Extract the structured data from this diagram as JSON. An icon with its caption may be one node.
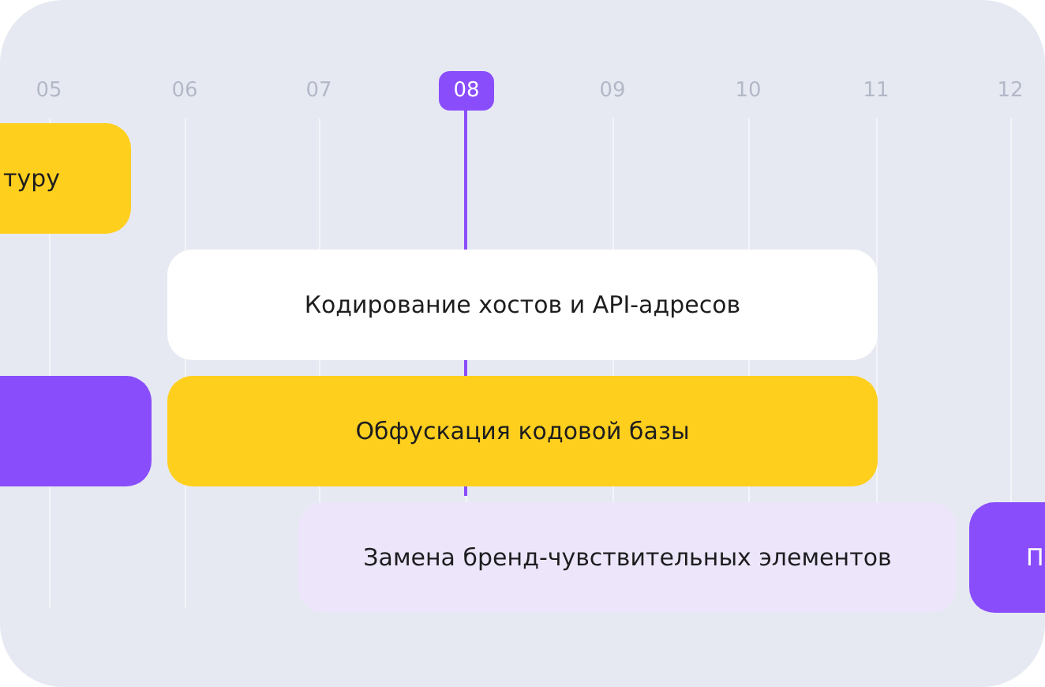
{
  "diagram": {
    "nodes": [
      {
        "text": [
          "туру"
        ]
      },
      {
        "text": [
          "Кодирование хостов и API-адресов"
        ]
      },
      {
        "text": [],
        "shape": "bar"
      },
      {
        "text": [
          "Обфускация кодовой базы"
        ]
      },
      {
        "text": [
          "Замена бренд-чувствительных элементов"
        ]
      },
      {
        "text": [
          "П"
        ]
      }
    ],
    "labels": [
      "05",
      "06",
      "07",
      "08",
      "09",
      "10",
      "11",
      "12"
    ]
  }
}
